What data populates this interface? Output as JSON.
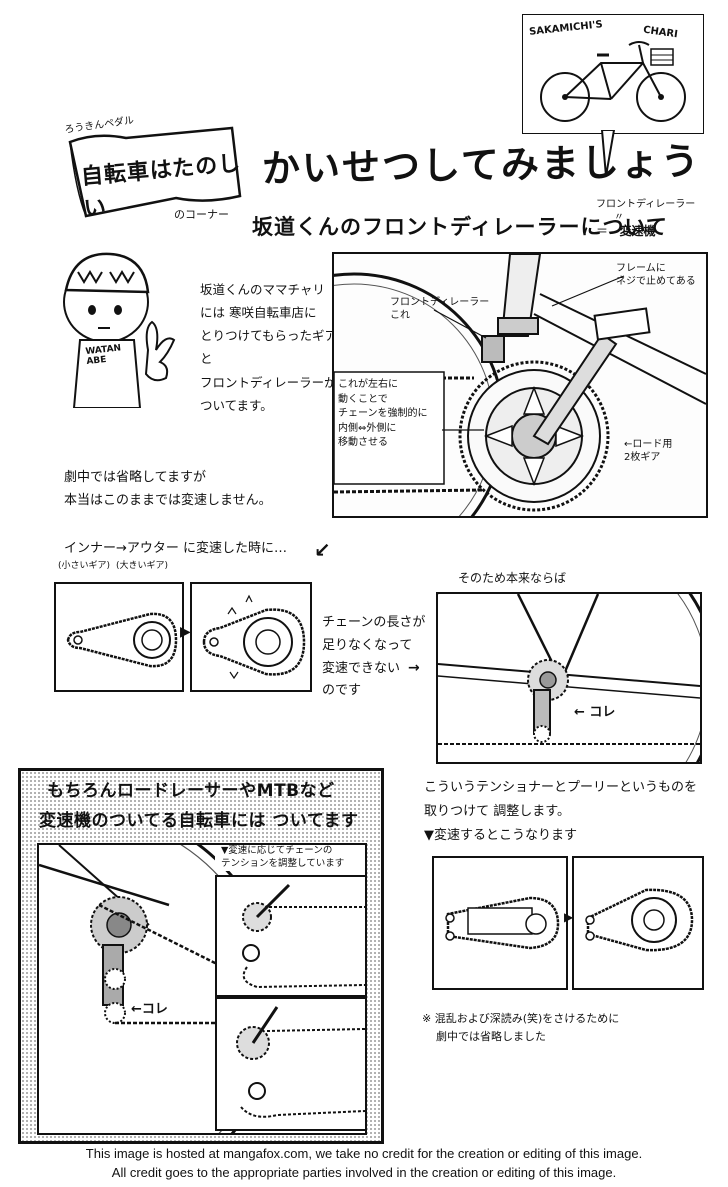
{
  "header": {
    "bike_caption_left": "SAKAMICHI'S",
    "bike_caption_right": "CHARI",
    "sign_top": "ろうきんペダル",
    "sign_main": "自転車はたのしい",
    "sign_bottom": "のコーナー",
    "title": "かいせつしてみましょう",
    "subtitle": "坂道くんのフロントディレーラーについて",
    "subtitle_note_line1": "フロントディレーラー",
    "subtitle_note_line2": "〃",
    "subtitle_note_line3": "＝",
    "subtitle_note_line4": "変速機",
    "character_shirt": "WATANABE"
  },
  "intro": {
    "lines": [
      "坂道くんのママチャリ",
      "には 寒咲自転車店に",
      "とりつけてもらったギアと",
      "フロントディレーラーが",
      "ついてます。"
    ],
    "label_frame": "フレームに\nネジで止めてある",
    "label_derailleur": "フロントディレーラー\nこれ",
    "label_move": "これが左右に\n動くことで\nチェーンを強制的に\n内側⇔外側に\n移動させる",
    "label_chainring": "←ロード用\n2枚ギア"
  },
  "omission_note": {
    "lines": [
      "劇中では省略してますが",
      "本当はこのままでは変速しません。"
    ]
  },
  "shift_section": {
    "heading": "インナー→アウター に変速した時に…",
    "small_gear": "(小さいギア)",
    "big_gear": "(大きいギア)",
    "arrow": "↙",
    "explain": [
      "チェーンの長さが",
      "足りなくなって",
      "変速できない",
      "のです"
    ],
    "therefore": "そのため本来ならば",
    "kore": "← コレ"
  },
  "tensioner": {
    "lines": [
      "こういうテンショナーとプーリーというものを",
      "取りつけて 調整します。",
      "▼変速するとこうなります"
    ]
  },
  "roadbike_box": {
    "heading_line1": "もちろんロードレーサーやMTBなど",
    "heading_line2": "変速機のついてる自転車には ついてます",
    "inset_caption": "▼変速に応じてチェーンの\nテンションを調整しています",
    "kore": "←コレ"
  },
  "footnote": {
    "lines": [
      "※ 混乱および深読み(笑)をさけるために",
      "劇中では省略しました"
    ]
  },
  "footer": {
    "line1": "This image is hosted at mangafox.com, we take no credit for the creation or editing of this image.",
    "line2": "All credit goes to the appropriate parties involved in the creation or editing of this image."
  }
}
